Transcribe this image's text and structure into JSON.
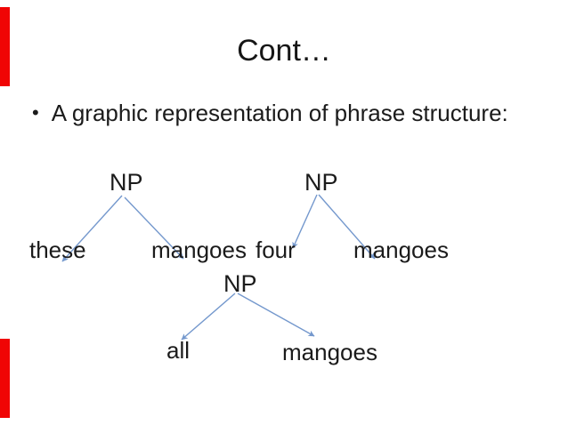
{
  "slide": {
    "title": "Cont…",
    "bullet": {
      "marker": "•",
      "text": "A graphic representation of phrase structure:"
    }
  },
  "trees": [
    {
      "id": "tree-top-left",
      "root": "NP",
      "left_leaf": "these",
      "right_leaf": "mangoes"
    },
    {
      "id": "tree-top-right",
      "root": "NP",
      "left_leaf": "four",
      "right_leaf": "mangoes"
    },
    {
      "id": "tree-bottom",
      "root": "NP",
      "left_leaf": "all",
      "right_leaf": "mangoes"
    }
  ],
  "colors": {
    "background": "#ffffff",
    "text": "#1b1b1b",
    "connector_blue": "#7498cd",
    "accent_bar_red": "#f00505"
  }
}
